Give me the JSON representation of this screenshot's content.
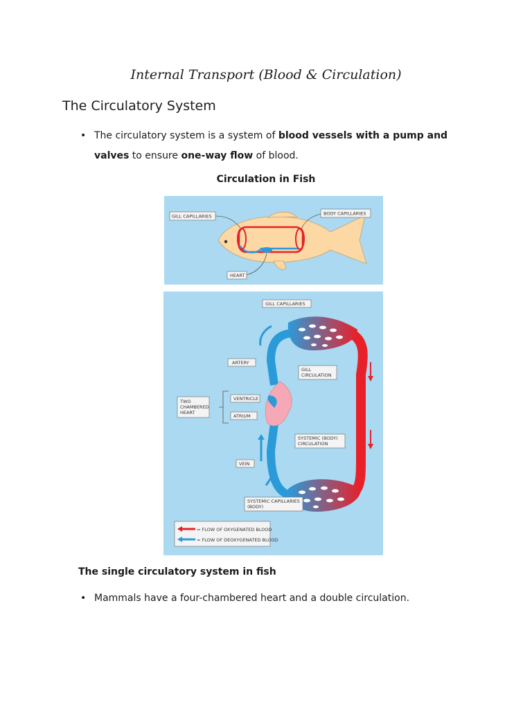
{
  "title": "Internal Transport (Blood & Circulation)",
  "heading": "The Circulatory System",
  "bullet1": {
    "line1_a": "The circulatory system is a system of ",
    "line1_b": "blood vessels with a pump and",
    "line2_a": "valves",
    "line2_b": " to ensure ",
    "line2_c": "one-way flow",
    "line2_d": " of blood."
  },
  "caption": "Circulation in Fish",
  "fish_diagram": {
    "labels": {
      "gill_capillaries": "GILL CAPILLARIES",
      "body_capillaries": "BODY CAPILLARIES",
      "heart": "HEART"
    }
  },
  "circulation_diagram": {
    "labels": {
      "gill_capillaries": "GILL CAPILLARIES",
      "artery": "ARTERY",
      "gill_circulation_1": "GILL",
      "gill_circulation_2": "CIRCULATION",
      "two_chambered_1": "TWO",
      "two_chambered_2": "CHAMBERED",
      "two_chambered_3": "HEART",
      "ventricle": "VENTRICLE",
      "atrium": "ATRIUM",
      "systemic_1": "SYSTEMIC (BODY)",
      "systemic_2": "CIRCULATION",
      "vein": "VEIN",
      "systemic_cap_1": "SYSTEMIC CAPILLARIES",
      "systemic_cap_2": "(BODY)"
    },
    "legend": {
      "oxygenated": "= FLOW  OF  OXYGENATED  BLOOD",
      "deoxygenated": "= FLOW  OF  DEOXYGENATED  BLOOD"
    },
    "colors": {
      "oxygenated": "#e8202a",
      "deoxygenated": "#2b9ad8",
      "background": "#aad9f1"
    }
  },
  "subheading": "The single circulatory system in fish",
  "bullet2": "Mammals have a four-chambered heart and a double circulation."
}
